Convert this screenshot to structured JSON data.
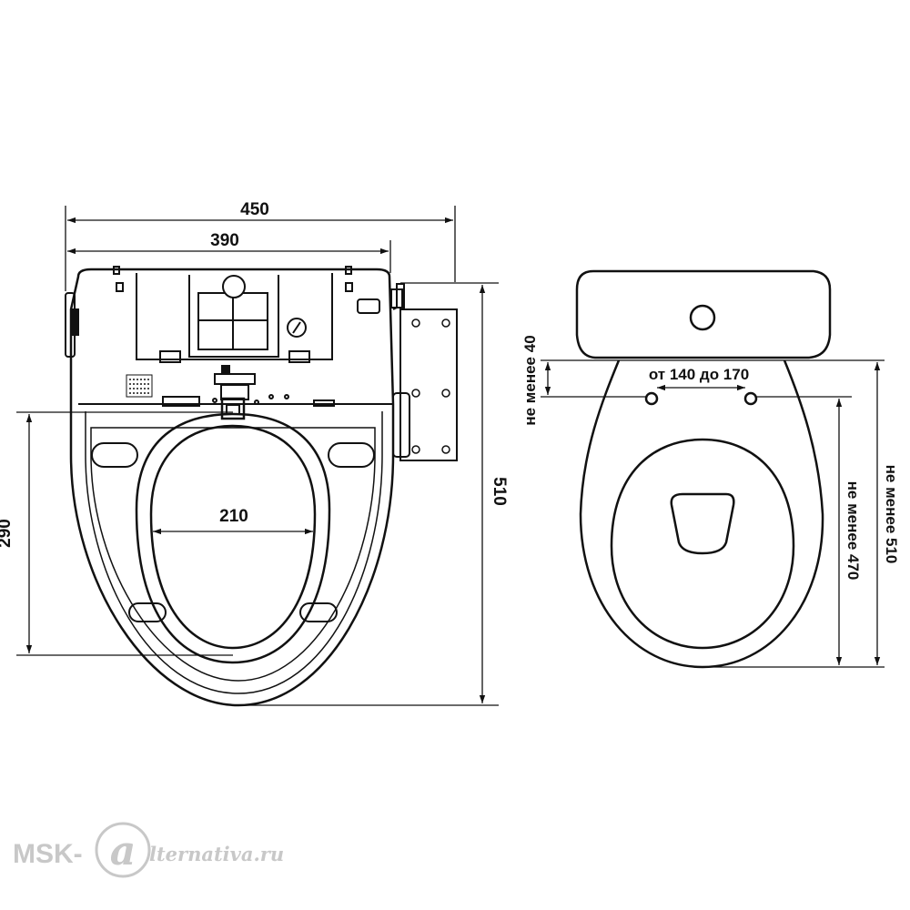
{
  "left_view": {
    "dim_450": "450",
    "dim_390": "390",
    "dim_510": "510",
    "dim_290": "290",
    "dim_210": "210"
  },
  "right_view": {
    "spacing": "от 140 до 170",
    "min_40": "не менее 40",
    "min_470": "не менее 470",
    "min_510": "не менее 510"
  },
  "watermark": {
    "prefix": "MSK-",
    "symbol": "a",
    "suffix": "lternativa.ru"
  },
  "colors": {
    "line": "#111111",
    "watermark": "#c8c8c8"
  }
}
